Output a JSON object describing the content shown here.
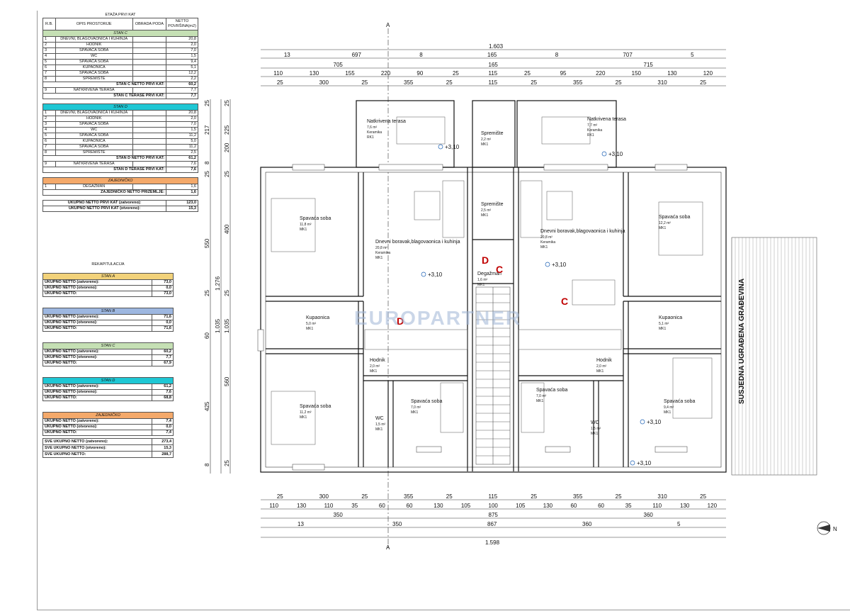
{
  "area_table": {
    "title": "ETAŽA PRVI KAT",
    "headers": [
      "R.B.",
      "OPIS PROSTORIJE",
      "OBRADA PODA",
      "NETTO POVRŠINA(m2)"
    ],
    "stan_c": {
      "title": "STAN C",
      "rows": [
        [
          "1",
          "DNEVNI, BLAGOVAONICA I KUHINJA",
          "",
          "20,8"
        ],
        [
          "2",
          "HODNIK",
          "",
          "2,0"
        ],
        [
          "3",
          "SPAVAĆA SOBA",
          "",
          "7,0"
        ],
        [
          "4",
          "WC",
          "",
          "1,5"
        ],
        [
          "5",
          "SPAVAĆA SOBA",
          "",
          "9,4"
        ],
        [
          "6",
          "KUPAONICA",
          "",
          "5,1"
        ],
        [
          "7",
          "SPAVAĆA SOBA",
          "",
          "12,2"
        ],
        [
          "8",
          "SPREMIŠTE",
          "",
          "2,2"
        ]
      ],
      "sum_label": "STAN C NETTO PRVI KAT:",
      "sum_value": "60,2",
      "terrace": [
        "9",
        "NATKRIVENA TERASA",
        "",
        "7,7"
      ],
      "terrace_sum_label": "STAN C TERASE PRVI KAT:",
      "terrace_sum_value": "7,7"
    },
    "stan_d": {
      "title": "STAN D",
      "rows": [
        [
          "1",
          "DNEVNI, BLAGOVAONICA I KUHINJA",
          "",
          "20,8"
        ],
        [
          "2",
          "HODNIK",
          "",
          "2,0"
        ],
        [
          "3",
          "SPAVAĆA SOBA",
          "",
          "7,0"
        ],
        [
          "4",
          "WC",
          "",
          "1,5"
        ],
        [
          "5",
          "SPAVAĆA SOBA",
          "",
          "11,2"
        ],
        [
          "6",
          "KUPAONICA",
          "",
          "5,0"
        ],
        [
          "7",
          "SPAVAĆA SOBA",
          "",
          "11,2"
        ],
        [
          "8",
          "SPREMIŠTE",
          "",
          "2,5"
        ]
      ],
      "sum_label": "STAN D NETTO PRVI KAT:",
      "sum_value": "61,2",
      "terrace": [
        "9",
        "NATKRIVENA TERASA",
        "",
        "7,6"
      ],
      "terrace_sum_label": "STAN D TERASE PRVI KAT:",
      "terrace_sum_value": "7,6"
    },
    "zajednicko": {
      "title": "ZAJEDNIČKO",
      "rows": [
        [
          "1",
          "DEGAŽMAN",
          "",
          "1,6"
        ]
      ],
      "sum_label": "ZAJEDNIČKO NETTO PRIZEMLJE:",
      "sum_value": "1,6"
    },
    "totals": [
      [
        "UKUPNO NETTO PRVI KAT (zatvoreno):",
        "123,0"
      ],
      [
        "UKUPNO NETTO PRVI KAT (otvoreno):",
        "15,3"
      ]
    ]
  },
  "recap": {
    "title": "REKAPITULACIJA",
    "blocks": [
      {
        "name": "STAN A",
        "color": "#f2d27a",
        "rows": [
          [
            "UKUPNO NETTO  (zatvoreno):",
            "73,0"
          ],
          [
            "UKUPNO NETTO  (otvoreno):",
            "0,0"
          ],
          [
            "UKUPNO NETTO:",
            "73,0"
          ]
        ]
      },
      {
        "name": "STAN B",
        "color": "#9db7e0",
        "rows": [
          [
            "UKUPNO NETTO  (zatvoreno):",
            "71,6"
          ],
          [
            "UKUPNO NETTO  (otvoreno):",
            "0,0"
          ],
          [
            "UKUPNO NETTO:",
            "71,6"
          ]
        ]
      },
      {
        "name": "STAN C",
        "color": "#c5e0b4",
        "rows": [
          [
            "UKUPNO NETTO  (zatvoreno):",
            "60,2"
          ],
          [
            "UKUPNO NETTO  (otvoreno):",
            "7,7"
          ],
          [
            "UKUPNO NETTO:",
            "67,9"
          ]
        ]
      },
      {
        "name": "STAN D",
        "color": "#1fc7d4",
        "rows": [
          [
            "UKUPNO NETTO  (zatvoreno):",
            "61,2"
          ],
          [
            "UKUPNO NETTO  (otvoreno):",
            "7,6"
          ],
          [
            "UKUPNO NETTO:",
            "68,8"
          ]
        ]
      },
      {
        "name": "ZAJEDNIČKO",
        "color": "#f4a96a",
        "rows": [
          [
            "UKUPNO NETTO  (zatvoreno):",
            "7,4"
          ],
          [
            "UKUPNO NETTO  (otvoreno):",
            "0,0"
          ],
          [
            "UKUPNO NETTO:",
            "7,4"
          ]
        ]
      }
    ],
    "totals": [
      [
        "SVE UKUPNO NETTO  (zatvoreno):",
        "273,4"
      ],
      [
        "SVE UKUPNO NETTO  (otvoreno):",
        "15,3"
      ],
      [
        "SVE UKUPNO NETTO:",
        "288,7"
      ]
    ]
  },
  "plan": {
    "section_marker": "A",
    "top_dims": {
      "overall": "1.603",
      "row2": [
        "13",
        "697",
        "8",
        "165",
        "8",
        "707",
        "5"
      ],
      "row3": [
        "705",
        "165",
        "715"
      ],
      "row4": [
        "110",
        "130",
        "155",
        "220",
        "90",
        "25",
        "115",
        "25",
        "95",
        "220",
        "150",
        "130",
        "120"
      ],
      "row5": [
        "25",
        "300",
        "25",
        "355",
        "25",
        "115",
        "25",
        "355",
        "25",
        "310",
        "25"
      ]
    },
    "bottom_dims": {
      "row1": [
        "25",
        "300",
        "25",
        "355",
        "25",
        "115",
        "25",
        "355",
        "25",
        "310",
        "25"
      ],
      "row2": [
        "110",
        "130",
        "110",
        "35",
        "60",
        "60",
        "130",
        "105",
        "100",
        "105",
        "130",
        "60",
        "60",
        "35",
        "110",
        "130",
        "120"
      ],
      "row3": [
        "350",
        "875",
        "360"
      ],
      "row4": [
        "13",
        "350",
        "867",
        "360",
        "5"
      ],
      "overall": "1.598"
    },
    "left_dims": {
      "outer": [
        "25",
        "217",
        "8",
        "25",
        "550",
        "25",
        "60",
        "425",
        "8"
      ],
      "mid": [
        "1.276",
        "1.035"
      ],
      "inner": [
        "25",
        "225",
        "200",
        "25",
        "400",
        "25",
        "1.035",
        "560",
        "25"
      ]
    },
    "rooms": {
      "terrace_left": {
        "name": "Natkrivena terasa",
        "area": "7,6 m²",
        "floor": "Keramika",
        "code": "RK1"
      },
      "terrace_right": {
        "name": "Natkrivena terasa",
        "area": "7,7 m²",
        "floor": "Keramika",
        "code": "RK1"
      },
      "spremiste_top": {
        "name": "Spremište",
        "area": "2,2 m²",
        "code": "MK1"
      },
      "spremiste_mid": {
        "name": "Spremište",
        "area": "2,5 m²",
        "code": "MK1"
      },
      "bed_left_top": {
        "name": "Spavaća soba",
        "area": "11,8 m²",
        "code": "MK1"
      },
      "bed_right_top": {
        "name": "Spavaća soba",
        "area": "12,2 m²",
        "code": "MK1"
      },
      "living_left": {
        "name": "Dnevni boravak,blagovaonica i kuhinja",
        "area": "20,8 m²",
        "floor": "Keramika",
        "code": "MK1"
      },
      "living_right": {
        "name": "Dnevni boravak,blagovaonica i kuhinja",
        "area": "20,8 m²",
        "floor": "Keramika",
        "code": "MK1"
      },
      "degazman": {
        "name": "Degažman",
        "area": "1,6 m²",
        "code": "MK1"
      },
      "bath_left": {
        "name": "Kupaonica",
        "area": "5,0 m²",
        "code": "MK1"
      },
      "bath_right": {
        "name": "Kupaonica",
        "area": "5,1 m²",
        "code": "MK1"
      },
      "hall_left": {
        "name": "Hodnik",
        "area": "2,0 m²",
        "code": "MK1"
      },
      "hall_right": {
        "name": "Hodnik",
        "area": "2,0 m²",
        "code": "MK1"
      },
      "bed_left_bot": {
        "name": "Spavaća soba",
        "area": "11,2 m²",
        "code": "MK1"
      },
      "bed_left_small": {
        "name": "Spavaća soba",
        "area": "7,0 m²",
        "code": "MK1"
      },
      "bed_right_small": {
        "name": "Spavaća soba",
        "area": "7,0 m²",
        "code": "MK1"
      },
      "bed_right_bot": {
        "name": "Spavaća soba",
        "area": "9,4 m²",
        "code": "MK1"
      },
      "wc_left": {
        "name": "WC",
        "area": "1,5 m²",
        "code": "MK1"
      },
      "wc_right": {
        "name": "WC",
        "area": "1,5 m²",
        "code": "MK1"
      }
    },
    "levels": [
      "+3,10",
      "+3,10",
      "+3,10",
      "+3,10",
      "+3,10",
      "+3,10"
    ],
    "unit_letters": [
      "D",
      "C",
      "D",
      "C"
    ],
    "watermark": "EUROPARTNER",
    "neighbour_label": "SUSJEDNA UGRAĐENA GRAĐEVINA",
    "north": "N"
  }
}
